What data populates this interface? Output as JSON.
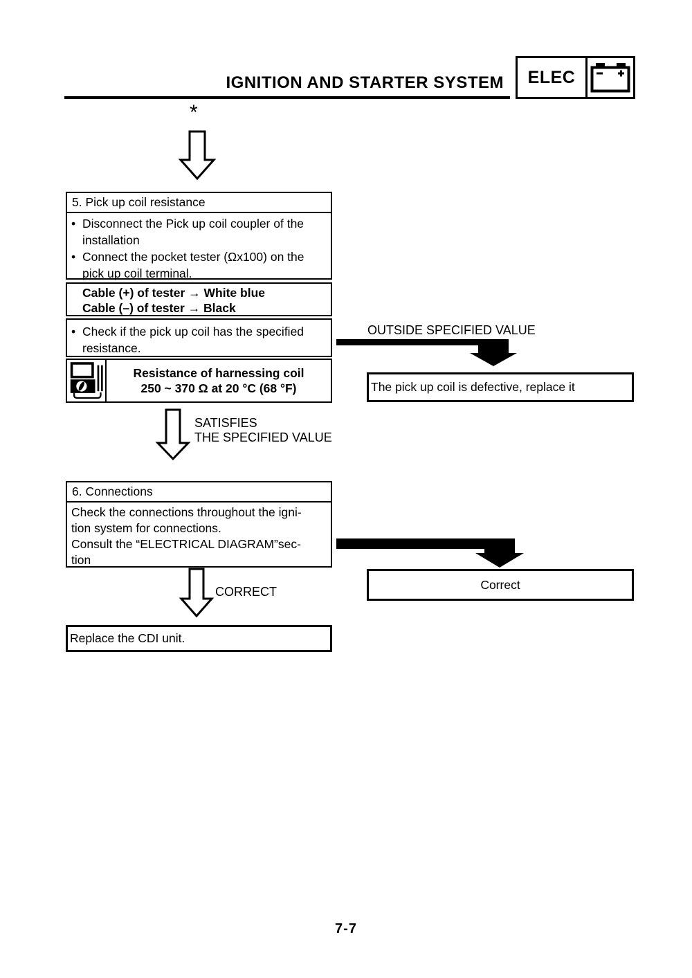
{
  "page": {
    "title": "IGNITION AND STARTER SYSTEM",
    "page_number": "7-7",
    "asterisk": "*"
  },
  "header_badge": {
    "label": "ELEC",
    "icon": "battery-icon"
  },
  "colors": {
    "ink": "#000000",
    "paper": "#ffffff"
  },
  "glyphs": {
    "bullet": "•"
  },
  "flowchart": {
    "step5": {
      "title": "5. Pick up coil resistance",
      "bullet1_line1": "Disconnect the Pick up coil coupler of the",
      "bullet1_line2": "installation",
      "bullet2_line1": "Connect the pocket tester (Ωx100) on the",
      "bullet2_line2": "pick up coil terminal.",
      "cable_line1": "Cable (+) of tester → White blue",
      "cable_line2": "Cable (–) of tester → Black",
      "check_line1": "Check if the pick up coil has the specified",
      "check_line2": "resistance.",
      "spec_icon": "pocket-tester-icon",
      "spec_line1": "Resistance of harnessing coil",
      "spec_line2": "250 ~ 370 Ω at 20 °C (68 °F)"
    },
    "branch_outside": {
      "label": "OUTSIDE SPECIFIED VALUE",
      "result": "The pick up coil is defective, replace it"
    },
    "transition_satisfies": {
      "line1": "SATISFIES",
      "line2": "THE SPECIFIED VALUE"
    },
    "step6": {
      "title": "6. Connections",
      "body_line1": "Check the connections throughout the igni-",
      "body_line2": "tion system for connections.",
      "body_line3": "Consult the “ELECTRICAL DIAGRAM”sec-",
      "body_line4": "tion"
    },
    "branch_correct": {
      "result": "Correct"
    },
    "transition_correct": {
      "label": "CORRECT"
    },
    "final": {
      "result": "Replace the CDI unit."
    }
  }
}
